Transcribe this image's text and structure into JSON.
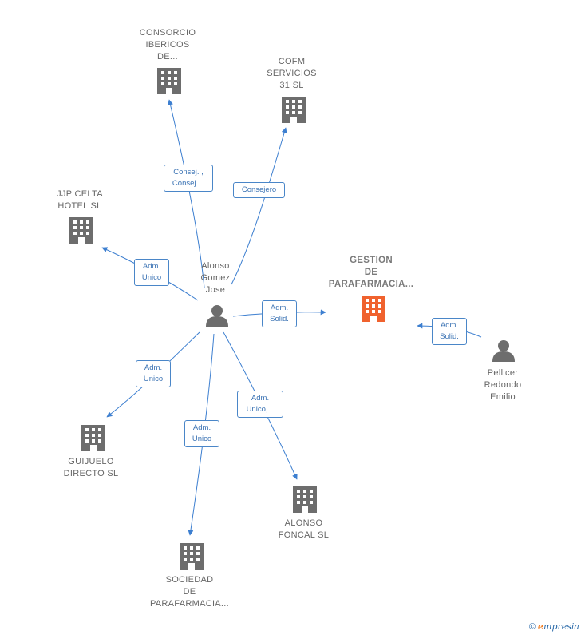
{
  "colors": {
    "edge": "#3d7fd0",
    "building": "#6d6d6d",
    "focus_building": "#f0622e",
    "person": "#6d6d6d"
  },
  "nodes": {
    "consorcio": {
      "label": "CONSORCIO\nIBERICOS\nDE...",
      "icon": "building-icon"
    },
    "cofm": {
      "label": "COFM\nSERVICIOS\n31  SL",
      "icon": "building-icon"
    },
    "jjp": {
      "label": "JJP CELTA\nHOTEL SL",
      "icon": "building-icon"
    },
    "alonso": {
      "label": "Alonso\nGomez\nJose",
      "icon": "person-icon"
    },
    "gestion": {
      "label": "GESTION\nDE\nPARAFARMACIA...",
      "icon": "building-icon"
    },
    "pellicer": {
      "label": "Pellicer\nRedondo\nEmilio",
      "icon": "person-icon"
    },
    "guijuelo": {
      "label": "GUIJUELO\nDIRECTO SL",
      "icon": "building-icon"
    },
    "sociedad": {
      "label": "SOCIEDAD\nDE\nPARAFARMACIA...",
      "icon": "building-icon"
    },
    "alonso_foncal": {
      "label": "ALONSO\nFONCAL SL",
      "icon": "building-icon"
    }
  },
  "edges": {
    "e_consorcio": "Consej. ,\nConsej....",
    "e_cofm": "Consejero",
    "e_jjp": "Adm.\nUnico",
    "e_gestion": "Adm.\nSolid.",
    "e_pellicer": "Adm.\nSolid.",
    "e_guijuelo": "Adm.\nUnico",
    "e_sociedad": "Adm.\nUnico",
    "e_alonso_foncal": "Adm.\nUnico,..."
  },
  "footer": {
    "copyright": "©",
    "brand_e": "e",
    "brand_rest": "mpresia"
  }
}
